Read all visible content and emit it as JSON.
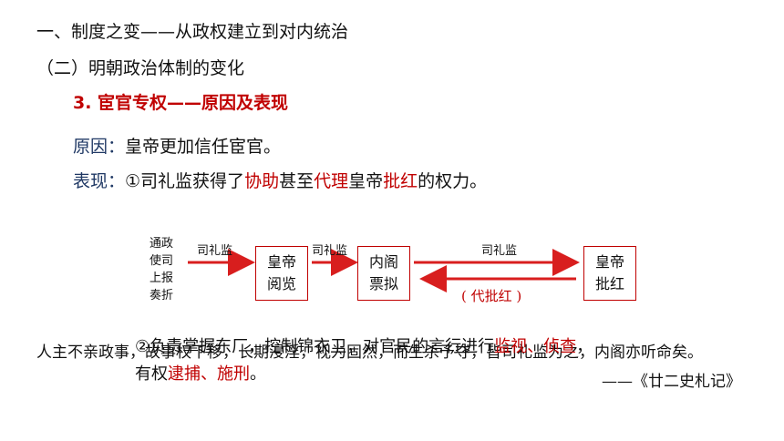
{
  "heading": "一、制度之变——从政权建立到对内统治",
  "subheading": "（二）明朝政治体制的变化",
  "section_title": "3. 宦官专权——原因及表现",
  "reason": {
    "label": "原因：",
    "text": "皇帝更加信任宦官。"
  },
  "manifestation": {
    "label": "表现：",
    "p1": "①司礼监获得了",
    "h1": "协助",
    "p2": "甚至",
    "h2": "代理",
    "p3": "皇帝",
    "h3": "批红",
    "p4": "的权力。"
  },
  "diagram": {
    "source_lines": [
      "通政",
      "使司",
      "上报",
      "奏折"
    ],
    "label1": "司礼监",
    "box1": [
      "皇帝",
      "阅览"
    ],
    "label2": "司礼监",
    "box2": [
      "内阁",
      "票拟"
    ],
    "label3": "司礼监",
    "label4": "( 代批红 )",
    "box3": [
      "皇帝",
      "批红"
    ]
  },
  "quote": {
    "text": "人主不亲政事，故事权下移，长期浸淫，视为固然，而生杀予夺，皆司礼监为之，内阁亦听命矣。",
    "source": "——《廿二史札记》"
  },
  "point2": {
    "p1": "②负责掌握东厂，控制锦衣卫，对官民的言行进行",
    "h1": "监视、侦查",
    "p2": "，",
    "p3": "有权",
    "h2": "逮捕、施刑",
    "p4": "。"
  }
}
